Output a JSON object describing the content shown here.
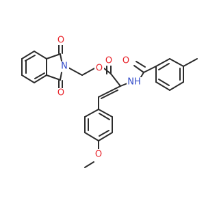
{
  "molecule": {
    "atoms": {
      "o_top_imide": {
        "symbol": "O",
        "color": "#e8232a"
      },
      "n_imide": {
        "symbol": "N",
        "color": "#2f48c8"
      },
      "o_bottom_imide": {
        "symbol": "O",
        "color": "#e8232a"
      },
      "o_ester_link": {
        "symbol": "O",
        "color": "#e8232a"
      },
      "o_ester_carbonyl": {
        "symbol": "O",
        "color": "#e8232a"
      },
      "o_amide": {
        "symbol": "O",
        "color": "#e8232a"
      },
      "nh_amide": {
        "symbol": "NH",
        "color": "#2f48c8"
      },
      "o_methoxy": {
        "symbol": "O",
        "color": "#e8232a"
      }
    },
    "bond_color": "#2b2b2b"
  }
}
